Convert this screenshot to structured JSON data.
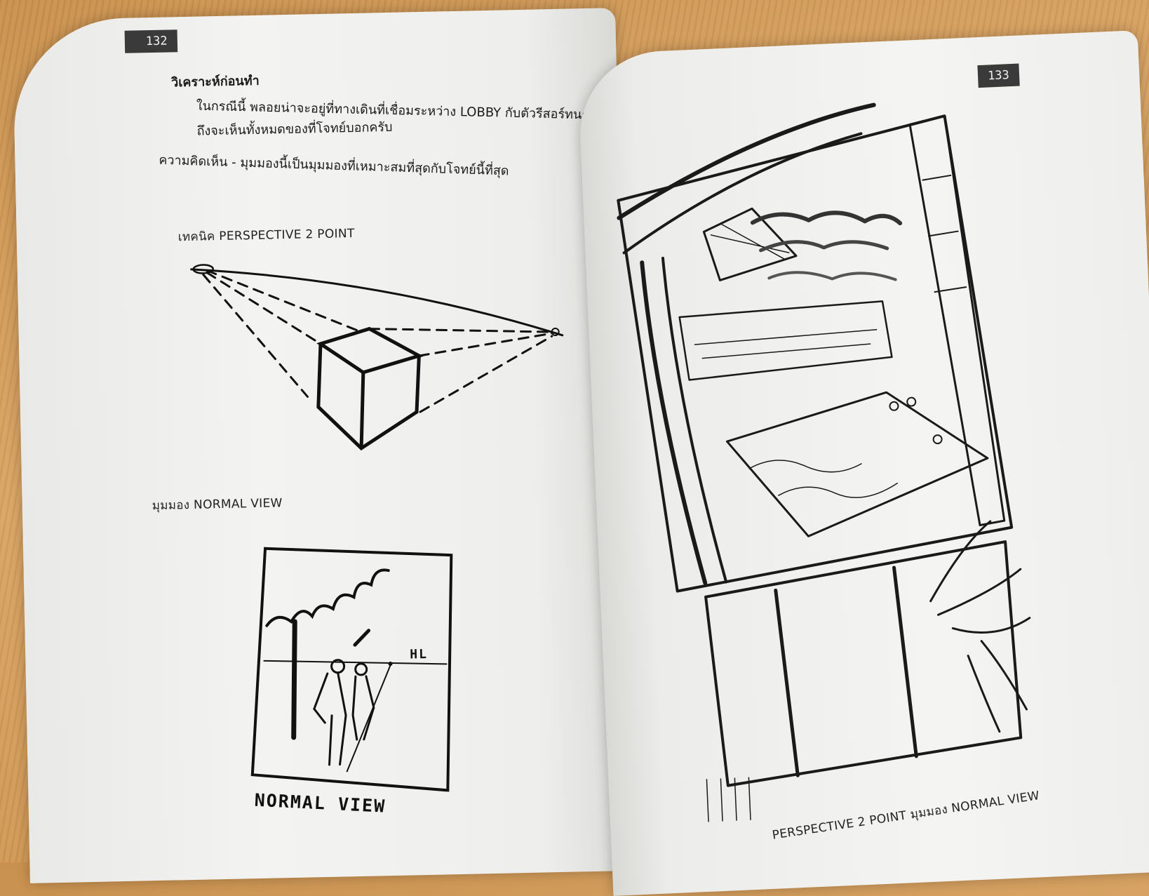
{
  "left_page": {
    "page_number": "132",
    "heading": "วิเคราะห์ก่อนทำ",
    "paragraph_line1": "ในกรณีนี้ พลอยน่าจะอยู่ที่ทางเดินที่เชื่อมระหว่าง LOBBY กับตัวรีสอร์ทนะ",
    "paragraph_line2": "ถึงจะเห็นทั้งหมดของที่โจทย์บอกครับ",
    "opinion": "ความคิดเห็น - มุมมองนี้เป็นมุมมองที่เหมาะสมที่สุดกับโจทย์นี้ที่สุด",
    "technique_label": "เทคนิค PERSPECTIVE 2 POINT",
    "view_label": "มุมมอง NORMAL VIEW",
    "sketch_hl": "HL",
    "sketch_caption": "NORMAL VIEW"
  },
  "right_page": {
    "page_number": "133",
    "caption": "PERSPECTIVE 2 POINT มุมมอง NORMAL VIEW"
  }
}
